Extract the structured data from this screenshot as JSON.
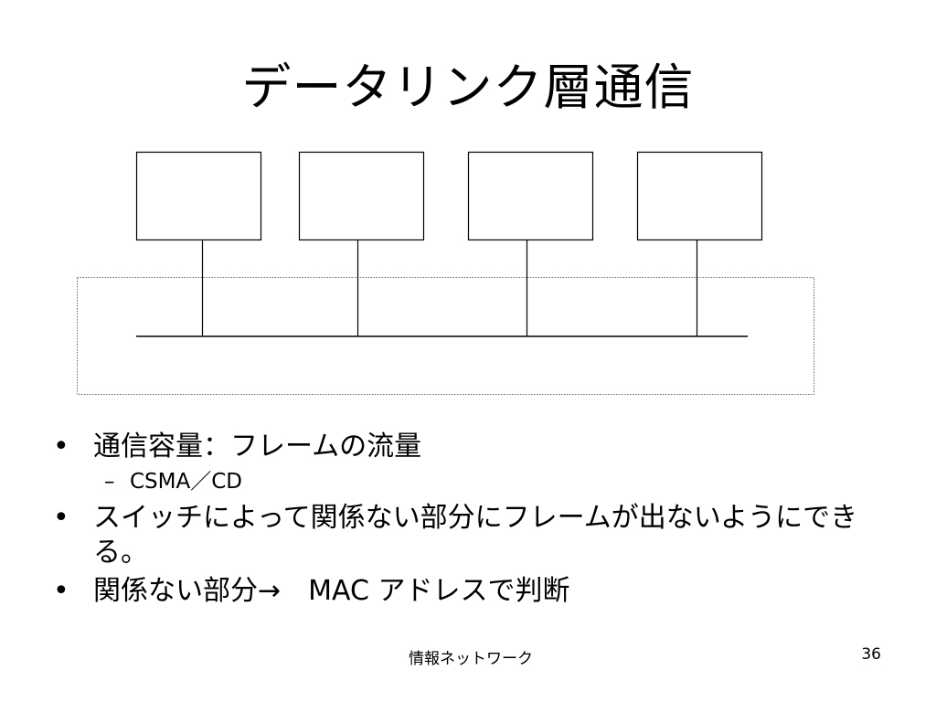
{
  "slide": {
    "title": "データリンク層通信",
    "bullets": [
      {
        "marker": "•",
        "text": "通信容量：フレームの流量"
      },
      {
        "marker": "–",
        "text": "CSMA／CD",
        "level": 2
      },
      {
        "marker": "•",
        "text": "スイッチによって関係ない部分にフレームが出ないようにできる。"
      },
      {
        "marker": "•",
        "text": "関係ない部分→　MAC アドレスで判断"
      }
    ],
    "footer": {
      "center": "情報ネットワーク",
      "page_number": "36"
    }
  },
  "diagram": {
    "node_count": 4,
    "line_color": "#000000",
    "outline_style": "dotted"
  }
}
